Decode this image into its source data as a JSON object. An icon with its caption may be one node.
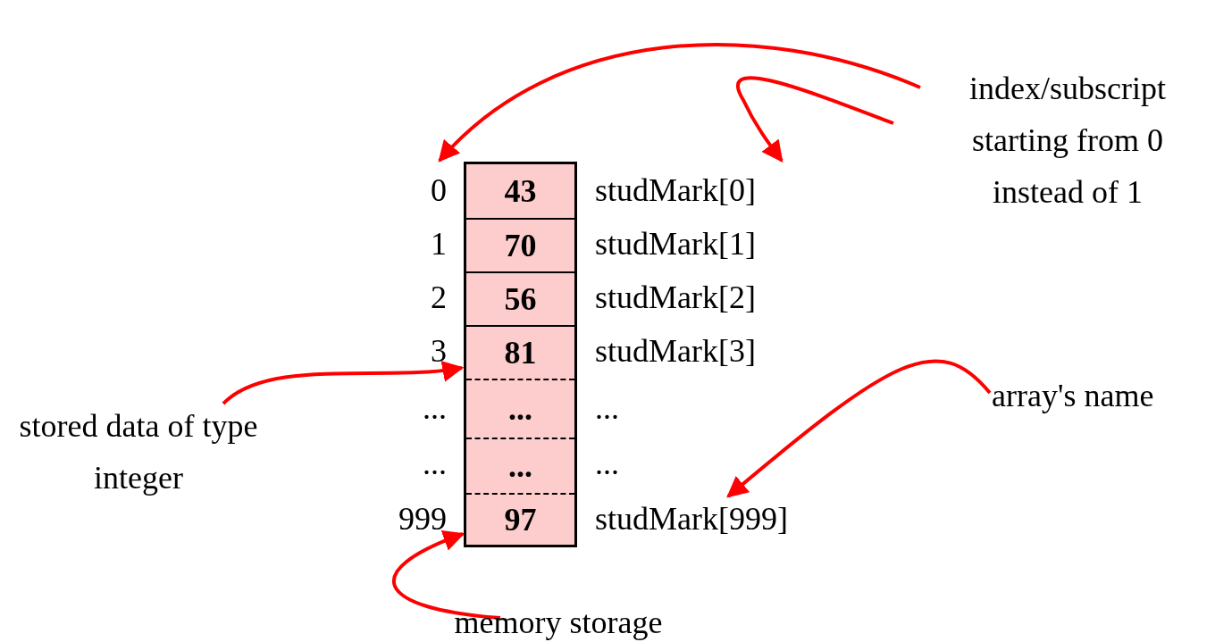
{
  "diagram": {
    "nodes": [
      {
        "text": [
          "index/subscript starting from 0 instead of 1"
        ]
      },
      {
        "text": [
          "0"
        ]
      },
      {
        "text": [],
        "shape": "box"
      },
      {
        "text": [
          "43"
        ],
        "in": 2
      },
      {
        "text": [
          "70"
        ],
        "in": 2
      },
      {
        "text": [
          "56"
        ],
        "in": 2
      },
      {
        "text": [
          "81"
        ],
        "in": 2
      },
      {
        "text": [
          "..."
        ],
        "in": 2
      },
      {
        "text": [
          "..."
        ],
        "in": 2
      },
      {
        "text": [
          "97"
        ],
        "in": 2
      },
      {
        "text": [
          "studMark[0]"
        ]
      },
      {
        "text": [
          "stored data of type integer"
        ]
      },
      {
        "text": [
          "array's name"
        ]
      },
      {
        "text": [
          "studMark[999]"
        ]
      },
      {
        "text": [
          "memory storage"
        ]
      }
    ],
    "edges": [
      {
        "from": 0,
        "to": 1,
        "arrow": "to"
      },
      {
        "from": 0,
        "to": 10,
        "arrow": "to"
      },
      {
        "from": 11,
        "to": 6,
        "arrow": "to"
      },
      {
        "from": 12,
        "to": 13,
        "arrow": "to"
      },
      {
        "from": 14,
        "to": 2,
        "arrow": "to"
      }
    ],
    "labels": [
      "1",
      "studMark[1]",
      "2",
      "studMark[2]",
      "3",
      "studMark[3]",
      "...",
      "...",
      "...",
      "...",
      "999"
    ]
  }
}
